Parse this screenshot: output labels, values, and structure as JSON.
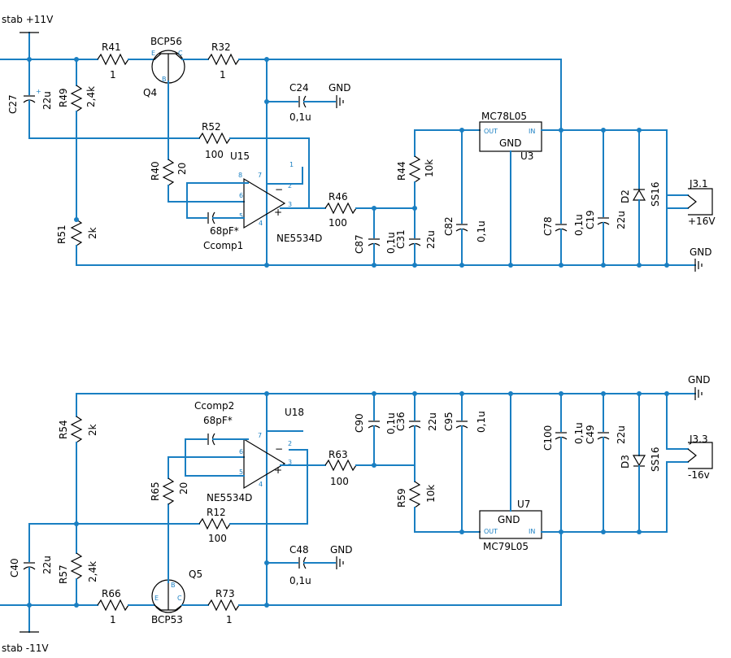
{
  "rails": {
    "pos_in": "stab +11V",
    "neg_in": "stab -11V"
  },
  "components": {
    "R41": {
      "ref": "R41",
      "value": "1"
    },
    "Q4": {
      "ref": "Q4",
      "part": "BCP56"
    },
    "R32": {
      "ref": "R32",
      "value": "1"
    },
    "C27": {
      "ref": "C27",
      "value": "22u"
    },
    "R49": {
      "ref": "R49",
      "value": "2,4k"
    },
    "C24": {
      "ref": "C24",
      "value": "0,1u"
    },
    "R52": {
      "ref": "R52",
      "value": "100"
    },
    "U15": {
      "ref": "U15",
      "part": "NE5534D"
    },
    "R40": {
      "ref": "R40",
      "value": "20"
    },
    "Ccomp1": {
      "ref": "Ccomp1",
      "value": "68pF*"
    },
    "R46": {
      "ref": "R46",
      "value": "100"
    },
    "R44": {
      "ref": "R44",
      "value": "10k"
    },
    "R51": {
      "ref": "R51",
      "value": "2k"
    },
    "C87": {
      "ref": "C87",
      "value": "0,1u"
    },
    "C31": {
      "ref": "C31",
      "value": "22u"
    },
    "C82": {
      "ref": "C82",
      "value": "0,1u"
    },
    "U3": {
      "ref": "U3",
      "part": "MC78L05",
      "pin_gnd": "GND",
      "pin_out": "OUT",
      "pin_in": "IN"
    },
    "C78": {
      "ref": "C78",
      "value": "0,1u"
    },
    "C19": {
      "ref": "C19",
      "value": "22u"
    },
    "D2": {
      "ref": "D2",
      "part": "SS16"
    },
    "J3_1": {
      "ref": "J3.1",
      "label": "+16V"
    },
    "R54": {
      "ref": "R54",
      "value": "2k"
    },
    "Ccomp2": {
      "ref": "Ccomp2",
      "value": "68pF*"
    },
    "U18": {
      "ref": "U18",
      "part": "NE5534D"
    },
    "C90": {
      "ref": "C90",
      "value": "0,1u"
    },
    "C36": {
      "ref": "C36",
      "value": "22u"
    },
    "C95": {
      "ref": "C95",
      "value": "0,1u"
    },
    "C100": {
      "ref": "C100",
      "value": "0,1u"
    },
    "C49": {
      "ref": "C49",
      "value": "22u"
    },
    "D3": {
      "ref": "D3",
      "part": "SS16"
    },
    "J3_3": {
      "ref": "J3.3",
      "label": "-16v"
    },
    "R63": {
      "ref": "R63",
      "value": "100"
    },
    "R65": {
      "ref": "R65",
      "value": "20"
    },
    "R59": {
      "ref": "R59",
      "value": "10k"
    },
    "U7": {
      "ref": "U7",
      "part": "MC79L05",
      "pin_gnd": "GND",
      "pin_out": "OUT",
      "pin_in": "IN"
    },
    "R12": {
      "ref": "R12",
      "value": "100"
    },
    "C40": {
      "ref": "C40",
      "value": "22u"
    },
    "R57": {
      "ref": "R57",
      "value": "2,4k"
    },
    "C48": {
      "ref": "C48",
      "value": "0,1u"
    },
    "R66": {
      "ref": "R66",
      "value": "1"
    },
    "Q5": {
      "ref": "Q5",
      "part": "BCP53"
    },
    "R73": {
      "ref": "R73",
      "value": "1"
    }
  },
  "gnd_label": "GND",
  "opamp_pins": {
    "p1": "1",
    "p2": "2",
    "p3": "3",
    "p4": "4",
    "p5": "5",
    "p6": "6",
    "p7": "7",
    "p8": "8",
    "minus": "−",
    "plus": "+"
  },
  "transistor_pins": {
    "b": "B",
    "c": "C",
    "e": "E"
  }
}
